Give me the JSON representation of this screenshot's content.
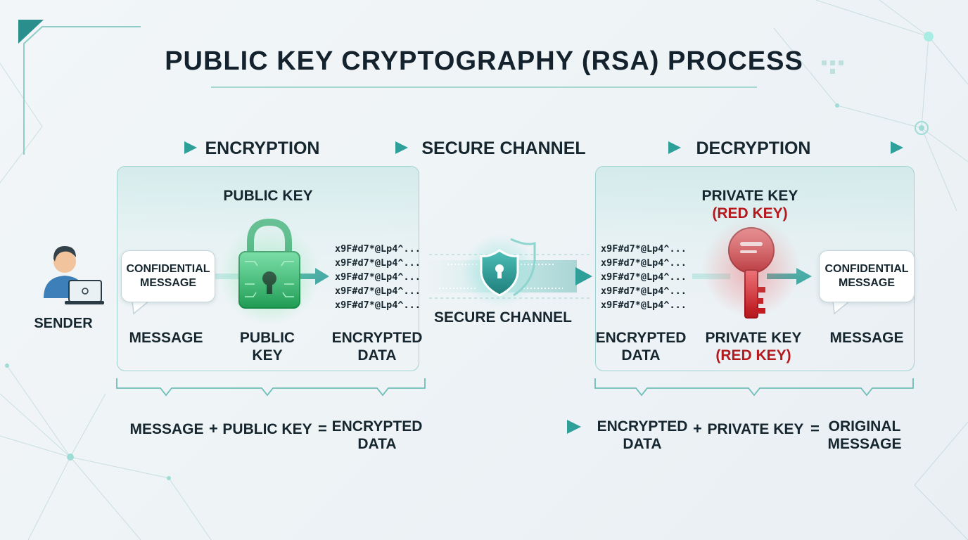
{
  "title": "PUBLIC KEY CRYPTOGRAPHY (RSA) PROCESS",
  "phases": {
    "encryption": "ENCRYPTION",
    "secure_channel": "SECURE CHANNEL",
    "decryption": "DECRYPTION"
  },
  "sender": {
    "label": "SENDER"
  },
  "encryption_panel": {
    "header": "PUBLIC KEY",
    "bubble": "CONFIDENTIAL\nMESSAGE",
    "labels": {
      "message": "MESSAGE",
      "public_key": "PUBLIC\nKEY",
      "encrypted_data": "ENCRYPTED\nDATA"
    }
  },
  "ciphertext_lines": [
    "x9F#d7*@Lp4^...",
    "x9F#d7*@Lp4^...",
    "x9F#d7*@Lp4^...",
    "x9F#d7*@Lp4^...",
    "x9F#d7*@Lp4^..."
  ],
  "channel": {
    "label": "SECURE CHANNEL"
  },
  "decryption_panel": {
    "header": "PRIVATE KEY",
    "header_note": "(RED KEY)",
    "bubble": "CONFIDENTIAL\nMESSAGE",
    "labels": {
      "encrypted_data": "ENCRYPTED\nDATA",
      "private_key": "PRIVATE KEY",
      "private_key_note": "(RED KEY)",
      "message": "MESSAGE"
    }
  },
  "equations": {
    "encryption": {
      "a": "MESSAGE",
      "plus": "+",
      "b": "PUBLIC KEY",
      "eq": "=",
      "result": "ENCRYPTED\nDATA"
    },
    "decryption": {
      "a": "ENCRYPTED\nDATA",
      "plus": "+",
      "b": "PRIVATE KEY",
      "eq": "=",
      "result": "ORIGINAL\nMESSAGE"
    }
  },
  "colors": {
    "teal": "#3aa8a2",
    "lock_green": "#2fb36a",
    "key_red": "#d4262b",
    "shield": "#2a8f8c"
  }
}
